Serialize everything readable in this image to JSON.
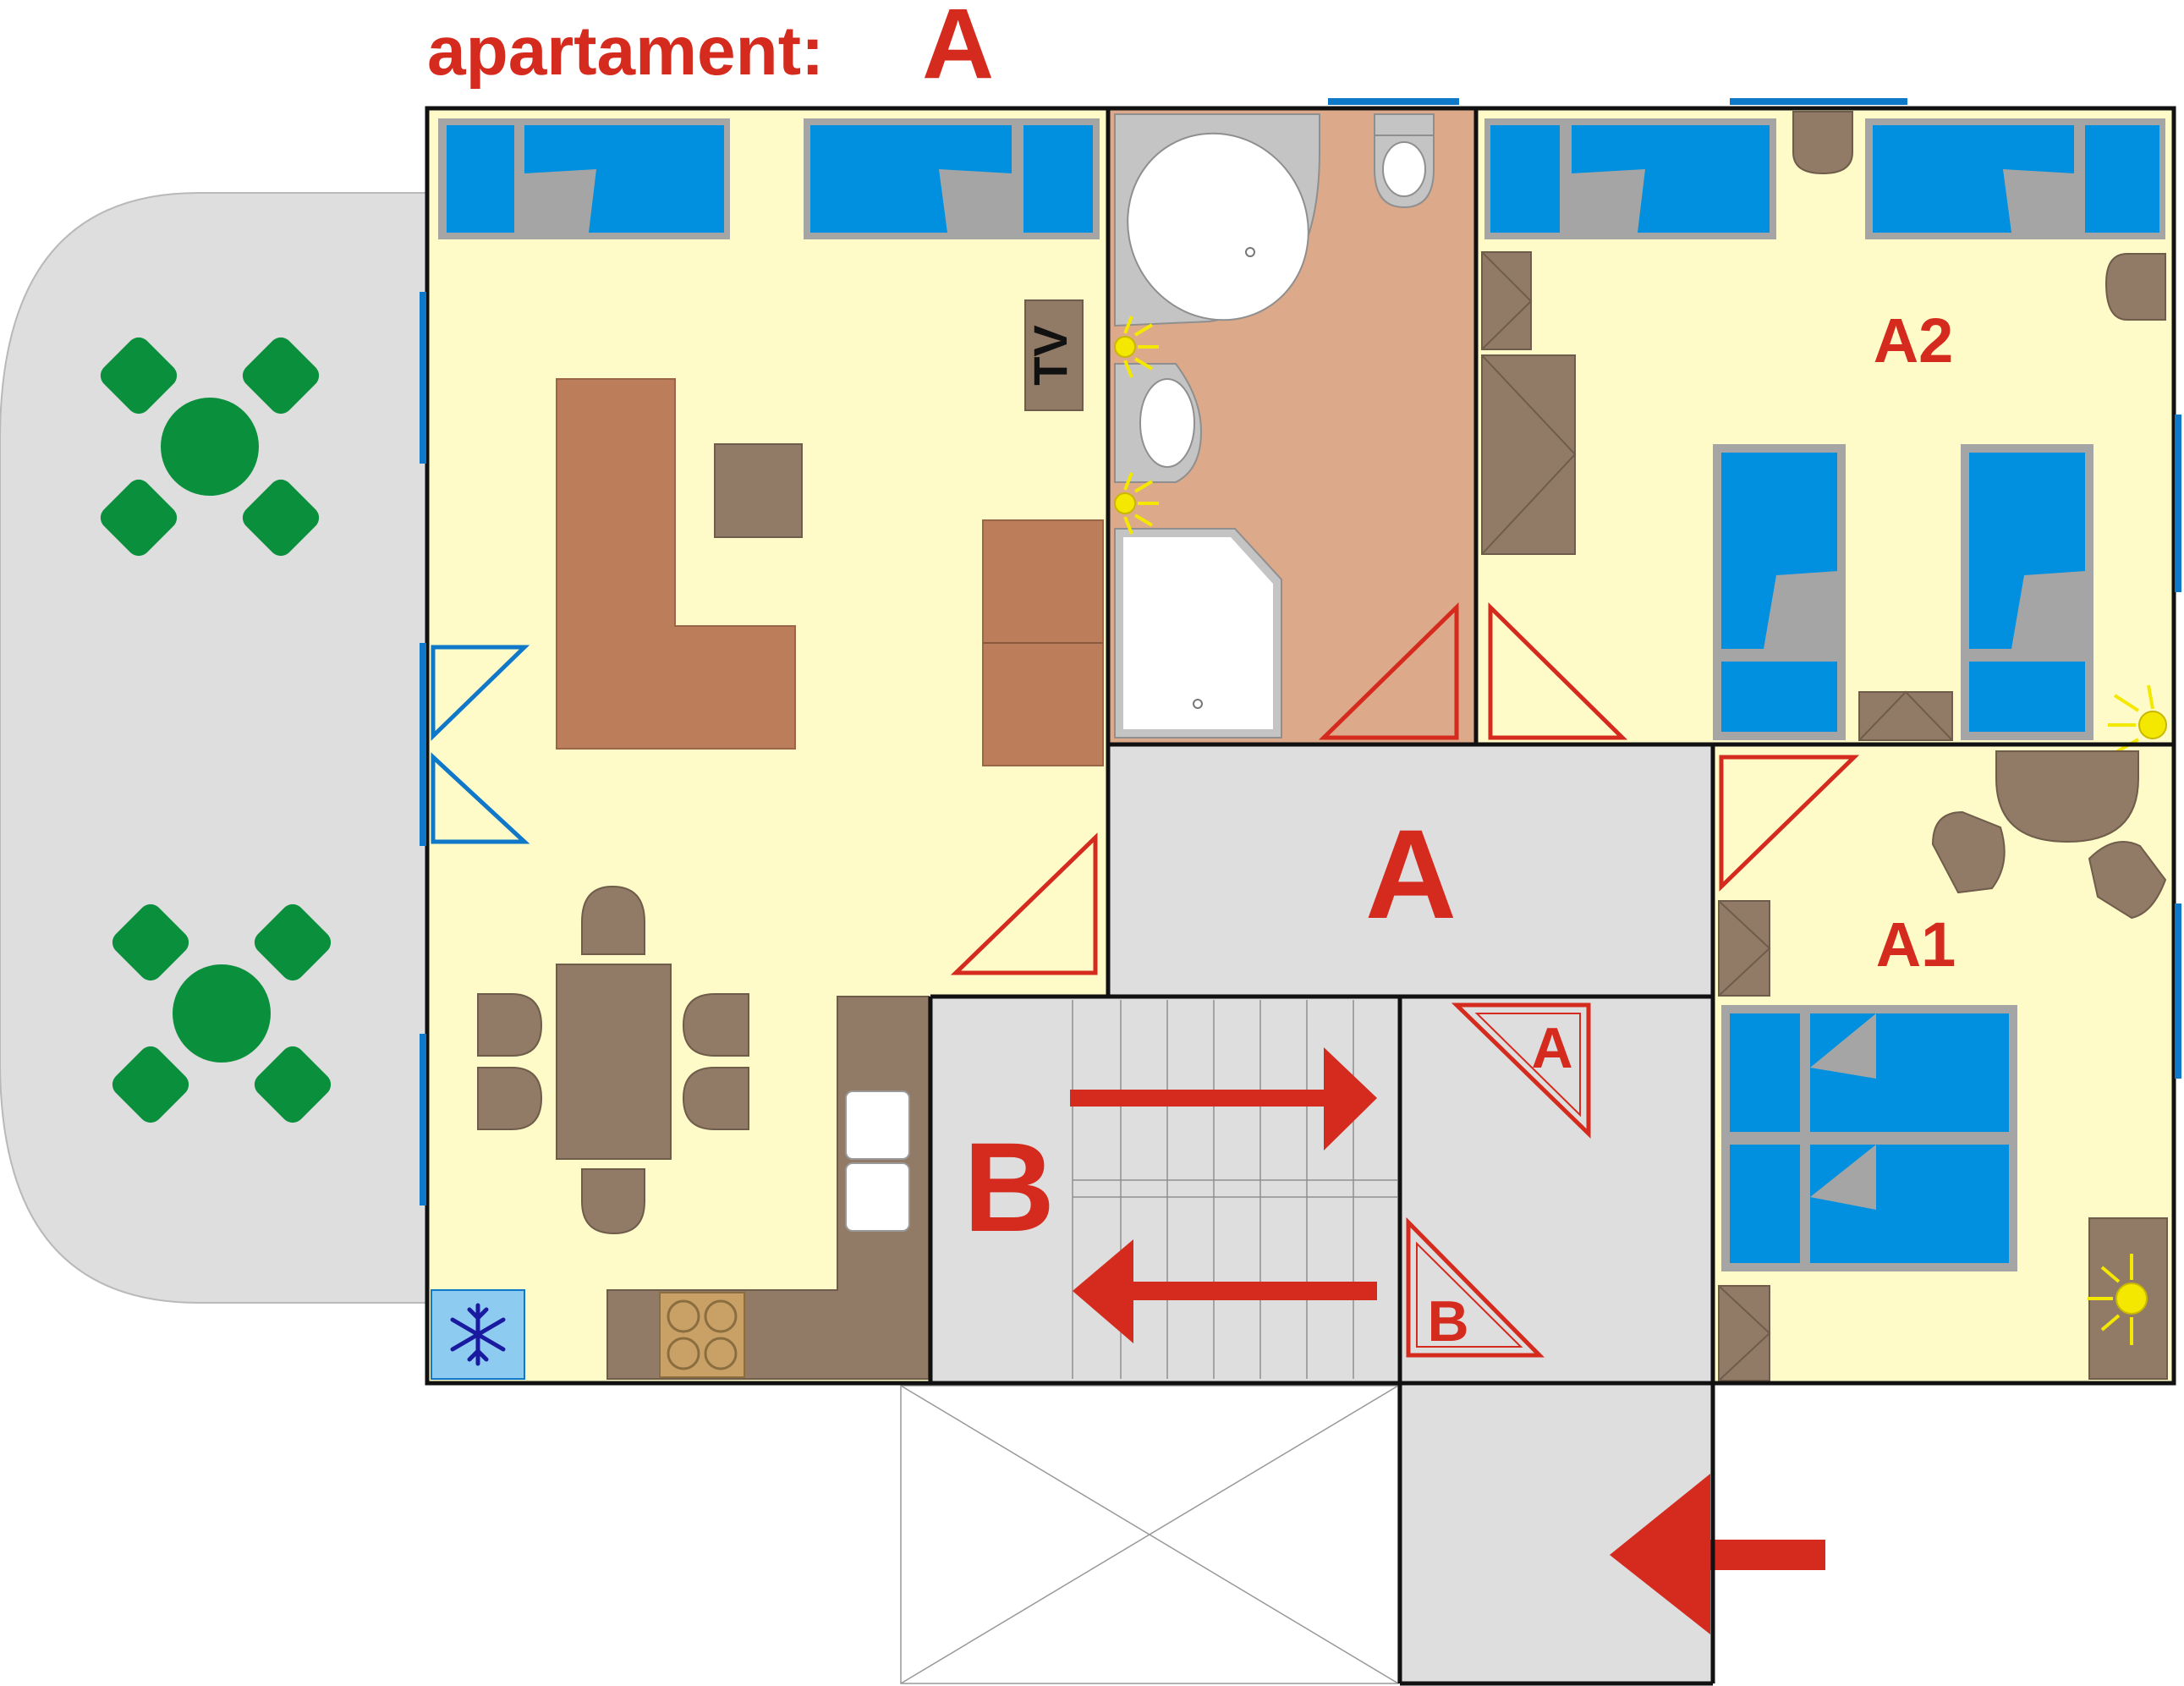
{
  "title": {
    "prefix": "apartament:",
    "letter": "A"
  },
  "labels": {
    "apartment_zone": "A",
    "room_a2": "A2",
    "room_a1": "A1",
    "stair_b": "B",
    "door_marker_a": "A",
    "door_marker_b": "B",
    "tv": "TV"
  },
  "icons": [
    "snowflake-icon",
    "lamp-icon",
    "arrow-right-icon",
    "arrow-left-icon"
  ],
  "colors": {
    "label_red": "#d52b1e",
    "floor_yellow": "#fefbc8",
    "bath_floor": "#dca98a",
    "corridor_grey": "#dedede",
    "bed_blue": "#0090df",
    "furniture_brown": "#917b66",
    "wood_brown": "#bb7d5a",
    "terrace_green": "#0a8f3c",
    "window_blue": "#0f78c8",
    "lamp_yellow": "#f5e800"
  }
}
